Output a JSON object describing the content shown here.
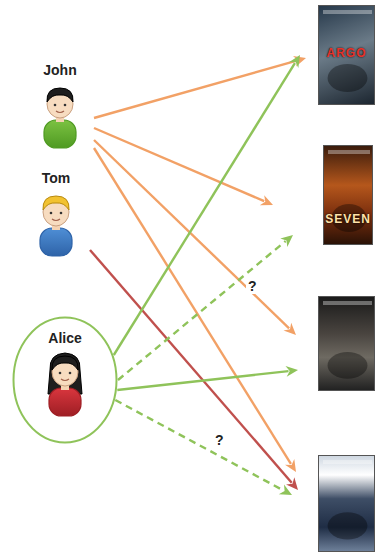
{
  "diagram": {
    "nodes": [
      {
        "text": [
          "John"
        ]
      },
      {
        "text": [
          "Tom"
        ]
      },
      {
        "text": [
          "Alice"
        ]
      },
      {
        "text": [
          "ARGO"
        ]
      },
      {
        "text": [
          "SEVEN"
        ]
      },
      {
        "text": []
      },
      {
        "text": []
      }
    ],
    "edges": [
      {
        "from": 0,
        "to": 3,
        "arrow": "to"
      },
      {
        "from": 0,
        "to": 4,
        "arrow": "to"
      },
      {
        "from": 0,
        "to": 5,
        "arrow": "to"
      },
      {
        "from": 0,
        "to": 6,
        "arrow": "to"
      },
      {
        "from": 1,
        "to": 6,
        "arrow": "to"
      },
      {
        "from": 2,
        "to": 3,
        "arrow": "to"
      },
      {
        "from": 2,
        "to": 5,
        "arrow": "to"
      },
      {
        "from": 2,
        "to": 4,
        "label": "?",
        "arrow": "to"
      },
      {
        "from": 2,
        "to": 6,
        "label": "?",
        "arrow": "to"
      }
    ]
  }
}
